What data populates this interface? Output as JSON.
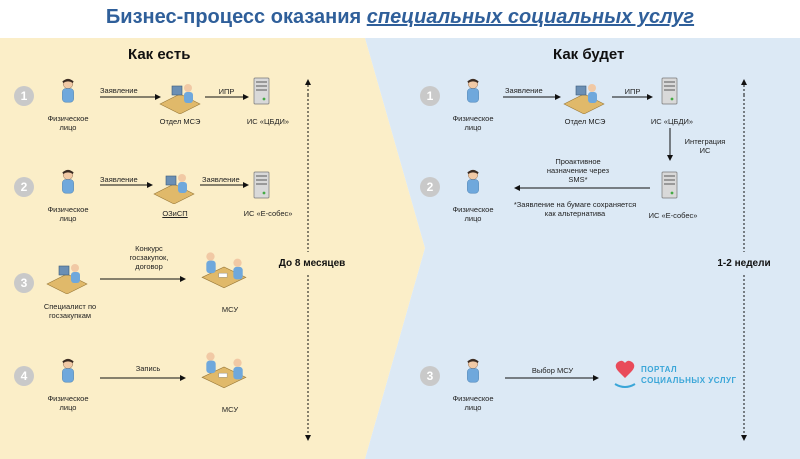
{
  "title": {
    "prefix": "Бизнес-процесс оказания ",
    "underlined": "специальных социальных услуг"
  },
  "left": {
    "header": "Как есть",
    "duration": "До 8 месяцев",
    "rows": [
      {
        "num": "1",
        "person": "Физическое лицо",
        "arrow1": "Заявление",
        "office": "Отдел МСЭ",
        "arrow2": "ИПР",
        "system": "ИС «ЦБДИ»"
      },
      {
        "num": "2",
        "person": "Физическое лицо",
        "arrow1": "Заявление",
        "office": "ОЗиСП",
        "arrow2": "Заявление",
        "system": "ИС «Е-собес»"
      },
      {
        "num": "3",
        "person": "Специалист по госзакупкам",
        "arrow1": "Конкурс госзакупок, договор",
        "target": "МСУ"
      },
      {
        "num": "4",
        "person": "Физическое лицо",
        "arrow1": "Запись",
        "target": "МСУ"
      }
    ]
  },
  "right": {
    "header": "Как будет",
    "duration": "1-2 недели",
    "rows": [
      {
        "num": "1",
        "person": "Физическое лицо",
        "arrow1": "Заявление",
        "office": "Отдел МСЭ",
        "arrow2": "ИПР",
        "system": "ИС «ЦБДИ»"
      },
      {
        "integration": "Интеграция ИС"
      },
      {
        "num": "2",
        "person": "Физическое лицо",
        "notice": "Проактивное назначение через SMS*",
        "footnote": "*Заявление на бумаге сохраняется как альтернатива",
        "system": "ИС «Е-собес»"
      },
      {
        "num": "3",
        "person": "Физическое лицо",
        "arrow1": "Выбор МСУ",
        "portal_line1": "ПОРТАЛ",
        "portal_line2": "СОЦИАЛЬНЫХ УСЛУГ"
      }
    ]
  },
  "colors": {
    "left_bg": "#fbeec8",
    "right_bg": "#dce9f5",
    "title": "#2f5f9a",
    "circle": "#c9c9c9",
    "person": "#6fa8dc",
    "portal": "#3aa6d8"
  }
}
